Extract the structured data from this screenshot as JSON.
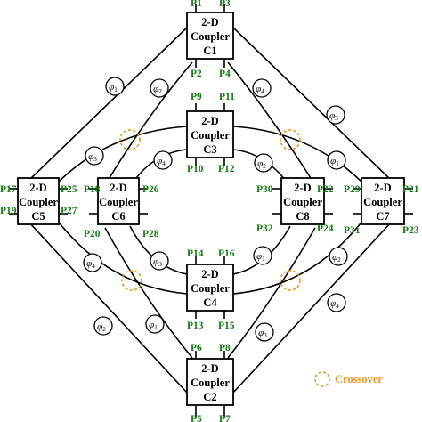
{
  "couplers": [
    {
      "id": "C1",
      "line1": "2-D",
      "line2": "Coupler",
      "line3": "C1"
    },
    {
      "id": "C2",
      "line1": "2-D",
      "line2": "Coupler",
      "line3": "C2"
    },
    {
      "id": "C3",
      "line1": "2-D",
      "line2": "Coupler",
      "line3": "C3"
    },
    {
      "id": "C4",
      "line1": "2-D",
      "line2": "Coupler",
      "line3": "C4"
    },
    {
      "id": "C5",
      "line1": "2-D",
      "line2": "Coupler",
      "line3": "C5"
    },
    {
      "id": "C6",
      "line1": "2-D",
      "line2": "Coupler",
      "line3": "C6"
    },
    {
      "id": "C7",
      "line1": "2-D",
      "line2": "Coupler",
      "line3": "C7"
    },
    {
      "id": "C8",
      "line1": "2-D",
      "line2": "Coupler",
      "line3": "C8"
    }
  ],
  "ports": [
    "P1",
    "P2",
    "P3",
    "P4",
    "P5",
    "P6",
    "P7",
    "P8",
    "P9",
    "P10",
    "P11",
    "P12",
    "P13",
    "P14",
    "P15",
    "P16",
    "P17",
    "P18",
    "P19",
    "P20",
    "P21",
    "P22",
    "P23",
    "P24",
    "P25",
    "P26",
    "P27",
    "P28",
    "P29",
    "P30",
    "P31",
    "P32"
  ],
  "phase_shifters": [
    {
      "symbol": "φ",
      "sub": "1"
    },
    {
      "symbol": "φ",
      "sub": "2"
    },
    {
      "symbol": "φ",
      "sub": "4"
    },
    {
      "symbol": "φ",
      "sub": "3"
    },
    {
      "symbol": "φ",
      "sub": "3"
    },
    {
      "symbol": "φ",
      "sub": "4"
    },
    {
      "symbol": "φ",
      "sub": "2"
    },
    {
      "symbol": "φ",
      "sub": "1"
    },
    {
      "symbol": "φ",
      "sub": "4"
    },
    {
      "symbol": "φ",
      "sub": "3"
    },
    {
      "symbol": "φ",
      "sub": "1"
    },
    {
      "symbol": "φ",
      "sub": "2"
    },
    {
      "symbol": "φ",
      "sub": "2"
    },
    {
      "symbol": "φ",
      "sub": "1"
    },
    {
      "symbol": "φ",
      "sub": "3"
    },
    {
      "symbol": "φ",
      "sub": "4"
    }
  ],
  "legend": {
    "crossover_label": "Crossover",
    "accent_color": "#e8962a",
    "port_color": "#1a7a1a"
  }
}
